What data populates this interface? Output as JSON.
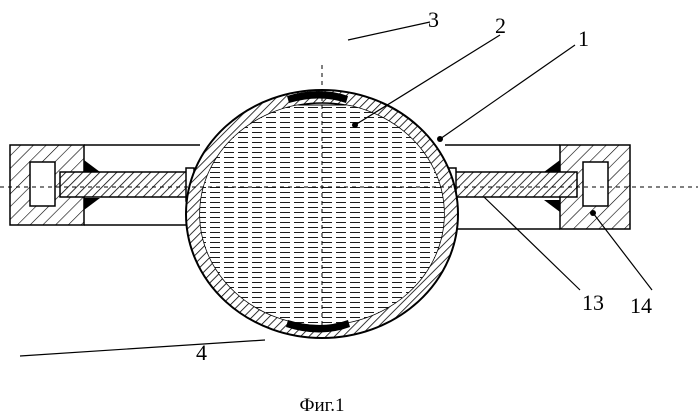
{
  "caption": "Фиг.1",
  "labels": {
    "l1": "1",
    "l2": "2",
    "l3": "3",
    "l4": "4",
    "l13": "13",
    "l14": "14"
  },
  "colors": {
    "ink": "#000000",
    "background": "#ffffff"
  }
}
